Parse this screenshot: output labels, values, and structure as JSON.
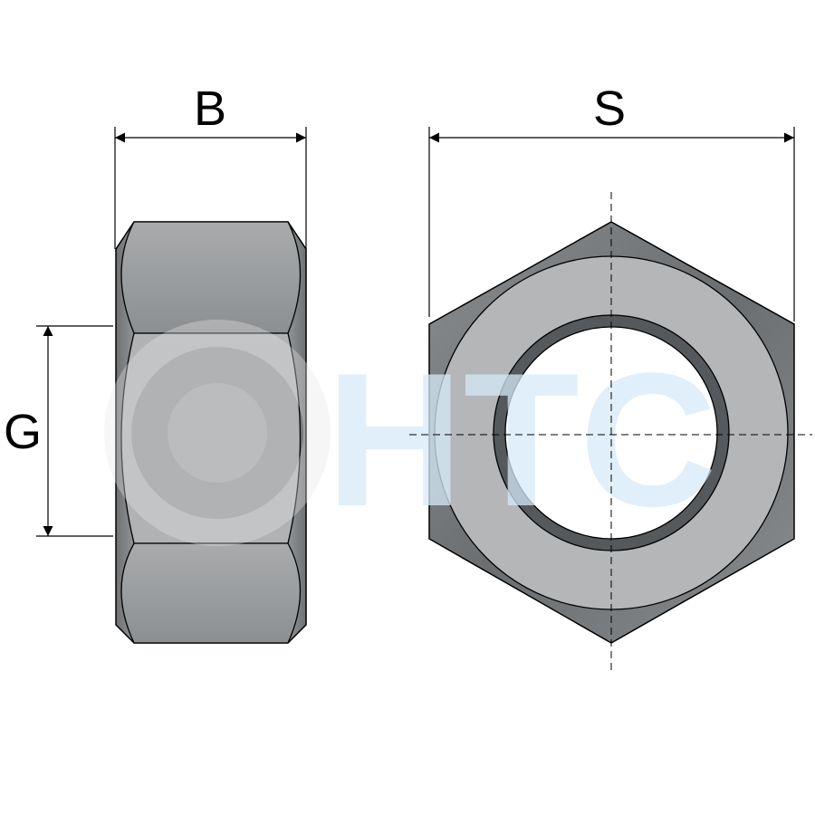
{
  "dimensions": {
    "width_label": "B",
    "thread_label": "G",
    "across_flats_label": "S"
  },
  "watermark": {
    "text": "HTC"
  },
  "colors": {
    "metal_light": "#b4b6b8",
    "metal_dark": "#6d7072",
    "hole_ring": "#55595c",
    "watermark": "#d6eaf8"
  }
}
